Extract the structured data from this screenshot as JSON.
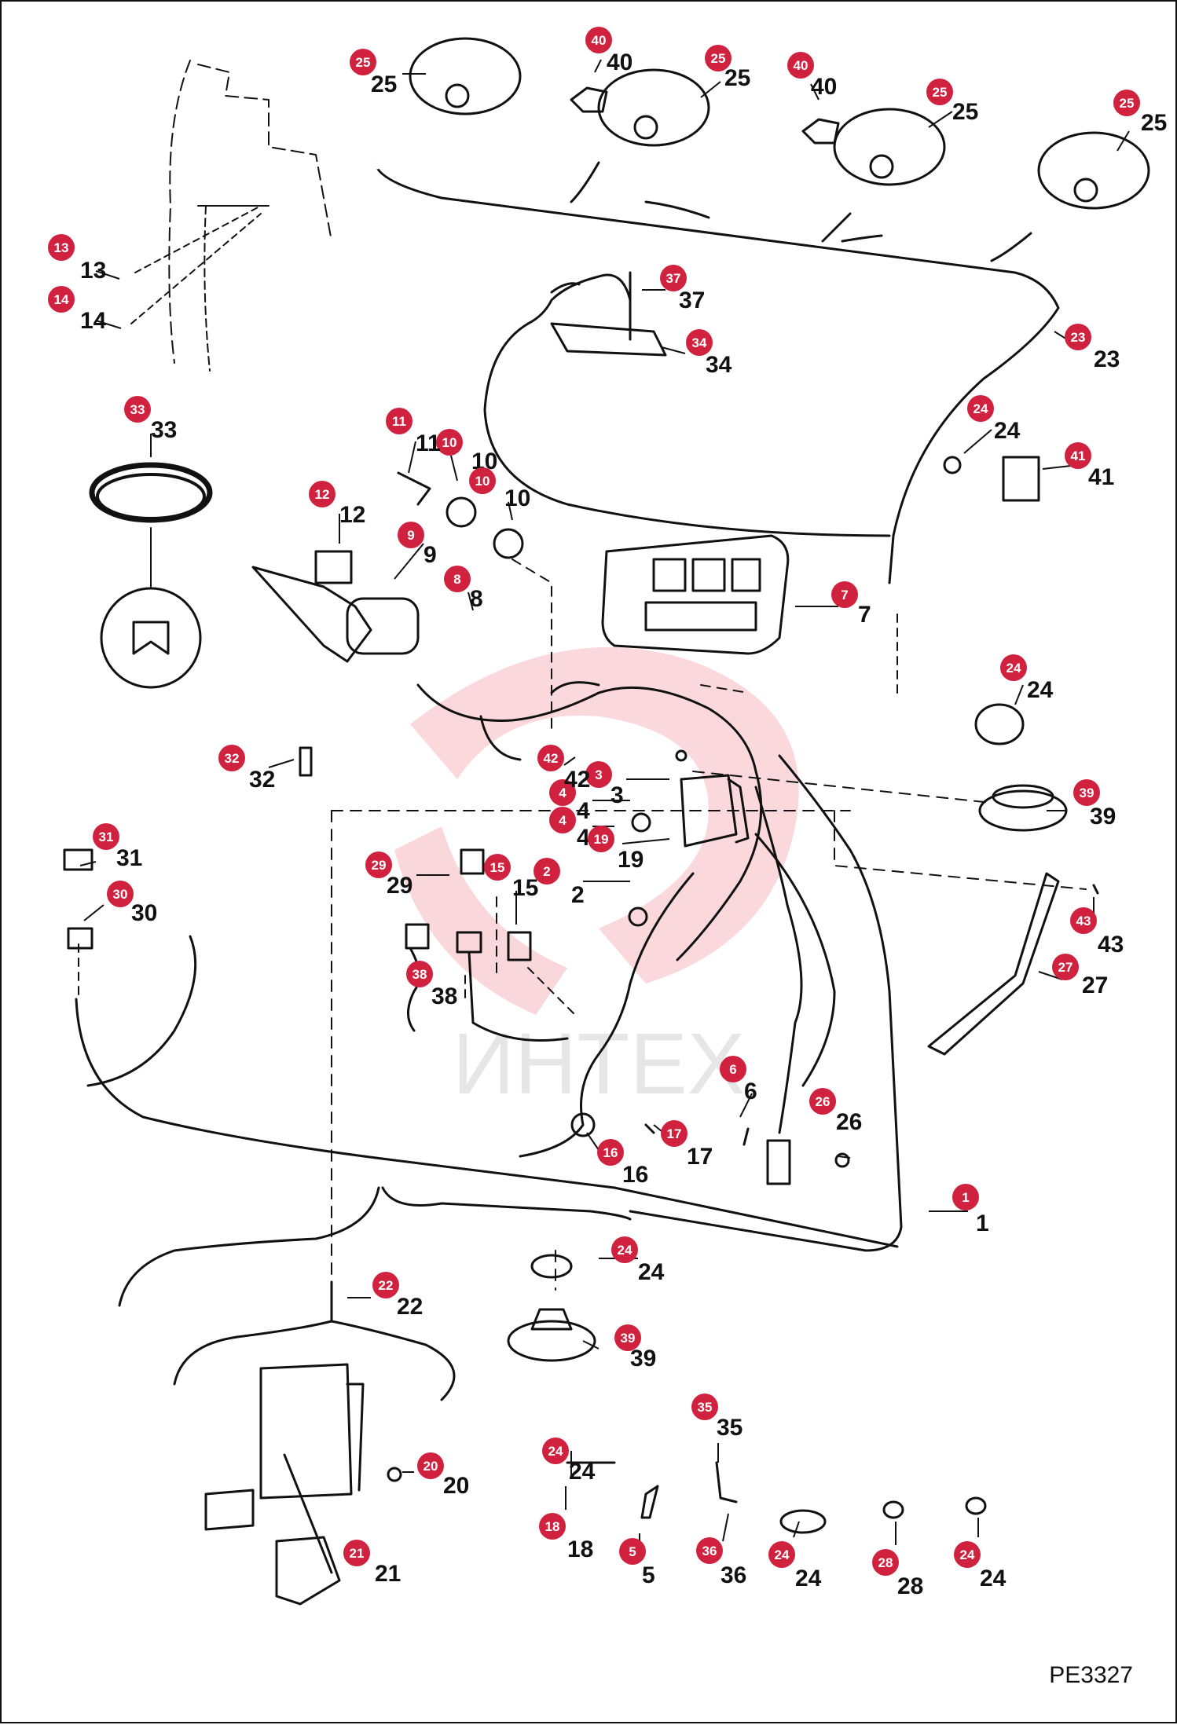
{
  "figure_id": "PE3327",
  "watermark_text": "ИНТЕХ",
  "badge_color": "#d0213f",
  "callouts": [
    {
      "n": "1"
    },
    {
      "n": "2"
    },
    {
      "n": "3"
    },
    {
      "n": "4"
    },
    {
      "n": "4"
    },
    {
      "n": "5"
    },
    {
      "n": "6"
    },
    {
      "n": "7"
    },
    {
      "n": "8"
    },
    {
      "n": "9"
    },
    {
      "n": "10"
    },
    {
      "n": "10"
    },
    {
      "n": "11"
    },
    {
      "n": "12"
    },
    {
      "n": "13"
    },
    {
      "n": "14"
    },
    {
      "n": "15"
    },
    {
      "n": "16"
    },
    {
      "n": "17"
    },
    {
      "n": "18"
    },
    {
      "n": "19"
    },
    {
      "n": "20"
    },
    {
      "n": "21"
    },
    {
      "n": "22"
    },
    {
      "n": "23"
    },
    {
      "n": "24"
    },
    {
      "n": "24"
    },
    {
      "n": "24"
    },
    {
      "n": "24"
    },
    {
      "n": "24"
    },
    {
      "n": "24"
    },
    {
      "n": "25"
    },
    {
      "n": "25"
    },
    {
      "n": "25"
    },
    {
      "n": "25"
    },
    {
      "n": "26"
    },
    {
      "n": "27"
    },
    {
      "n": "28"
    },
    {
      "n": "29"
    },
    {
      "n": "30"
    },
    {
      "n": "31"
    },
    {
      "n": "32"
    },
    {
      "n": "33"
    },
    {
      "n": "34"
    },
    {
      "n": "35"
    },
    {
      "n": "36"
    },
    {
      "n": "37"
    },
    {
      "n": "38"
    },
    {
      "n": "39"
    },
    {
      "n": "39"
    },
    {
      "n": "40"
    },
    {
      "n": "40"
    },
    {
      "n": "41"
    },
    {
      "n": "42"
    },
    {
      "n": "43"
    }
  ]
}
